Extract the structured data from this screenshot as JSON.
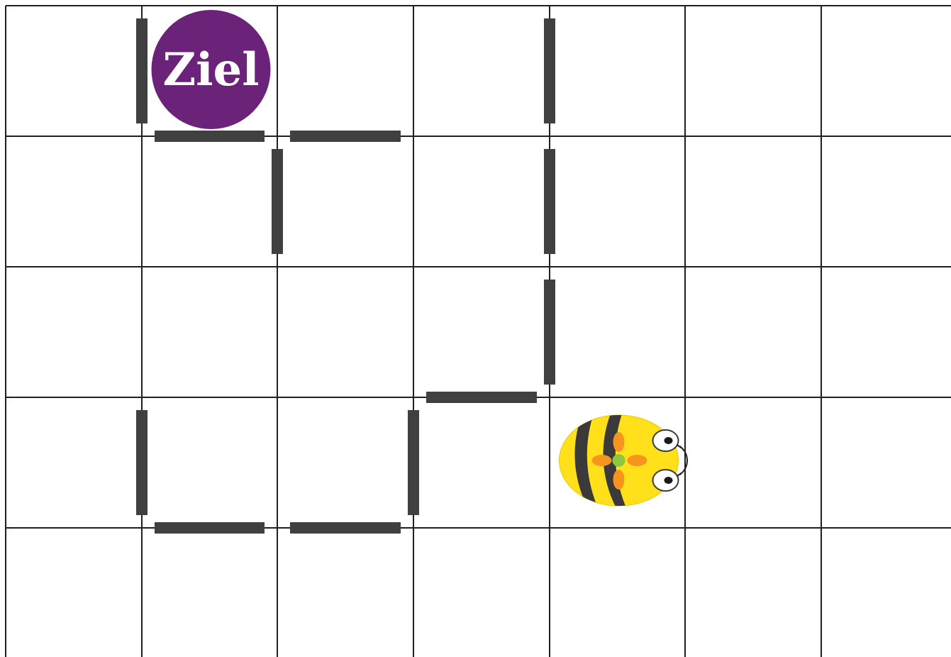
{
  "board": {
    "columns": 7,
    "rows": 5,
    "grid_color": "#231f20",
    "wall_color": "#404040"
  },
  "goal": {
    "label": "Ziel",
    "cell": [
      1,
      0
    ],
    "color": "#6b2379",
    "text_color": "#ffffff"
  },
  "robot": {
    "name": "Bee-Bot",
    "cell": [
      4,
      3
    ],
    "facing": "right",
    "body_color": "#ffe01b",
    "stripe_color": "#3a3a3a",
    "accent_color": "#f7941d",
    "center_color": "#8dc63f"
  },
  "walls": [
    {
      "edge": "vertical",
      "line": 1,
      "cell": 0
    },
    {
      "edge": "horizontal",
      "line": 1,
      "cell": 1
    },
    {
      "edge": "horizontal",
      "line": 1,
      "cell": 2
    },
    {
      "edge": "vertical",
      "line": 2,
      "cell": 1
    },
    {
      "edge": "vertical",
      "line": 4,
      "cell": 0
    },
    {
      "edge": "vertical",
      "line": 4,
      "cell": 1
    },
    {
      "edge": "vertical",
      "line": 4,
      "cell": 2
    },
    {
      "edge": "horizontal",
      "line": 3,
      "cell": 3
    },
    {
      "edge": "vertical",
      "line": 1,
      "cell": 3
    },
    {
      "edge": "vertical",
      "line": 3,
      "cell": 3
    },
    {
      "edge": "horizontal",
      "line": 4,
      "cell": 1
    },
    {
      "edge": "horizontal",
      "line": 4,
      "cell": 2
    }
  ]
}
